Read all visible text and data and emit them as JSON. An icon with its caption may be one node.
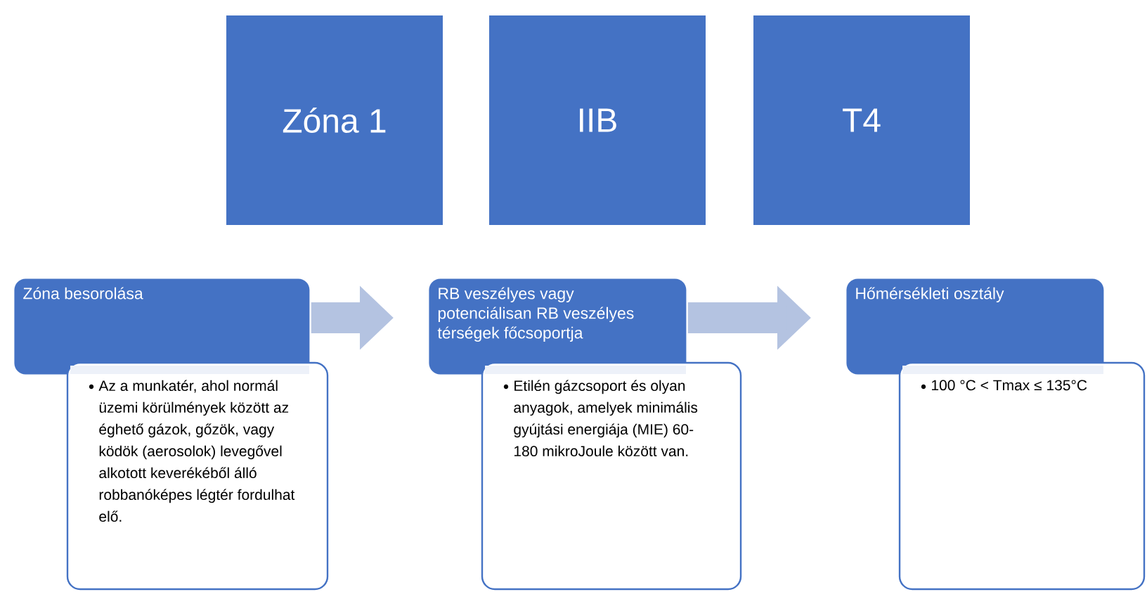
{
  "diagram": {
    "nodes": [
      {
        "text": [
          "Zóna 1"
        ]
      },
      {
        "text": [
          "IIB"
        ]
      },
      {
        "text": [
          "T4"
        ]
      },
      {
        "text": [
          "Zóna besorolása"
        ]
      },
      {
        "text": [
          "Az a munkatér, ahol normál üzemi körülmények között az éghető gázok, gőzök, vagy ködök (aerosolok) levegővel alkotott keverékéből álló robbanóképes légtér fordulhat elő."
        ]
      },
      {
        "text": [
          "RB veszélyes vagy potenciálisan RB veszélyes térségek főcsoportja"
        ]
      },
      {
        "text": [
          "Etilén gázcsoport és olyan anyagok, amelyek minimális gyújtási energiája (MIE) 60- 180 mikroJoule között van."
        ]
      },
      {
        "text": [
          "Hőmérsékleti osztály"
        ]
      },
      {
        "text": [
          "100 °C < Tmax ≤ 135°C"
        ]
      }
    ],
    "edges": [
      {
        "from": 3,
        "to": 5,
        "arrow": "to"
      },
      {
        "from": 5,
        "to": 7,
        "arrow": "to"
      }
    ]
  }
}
